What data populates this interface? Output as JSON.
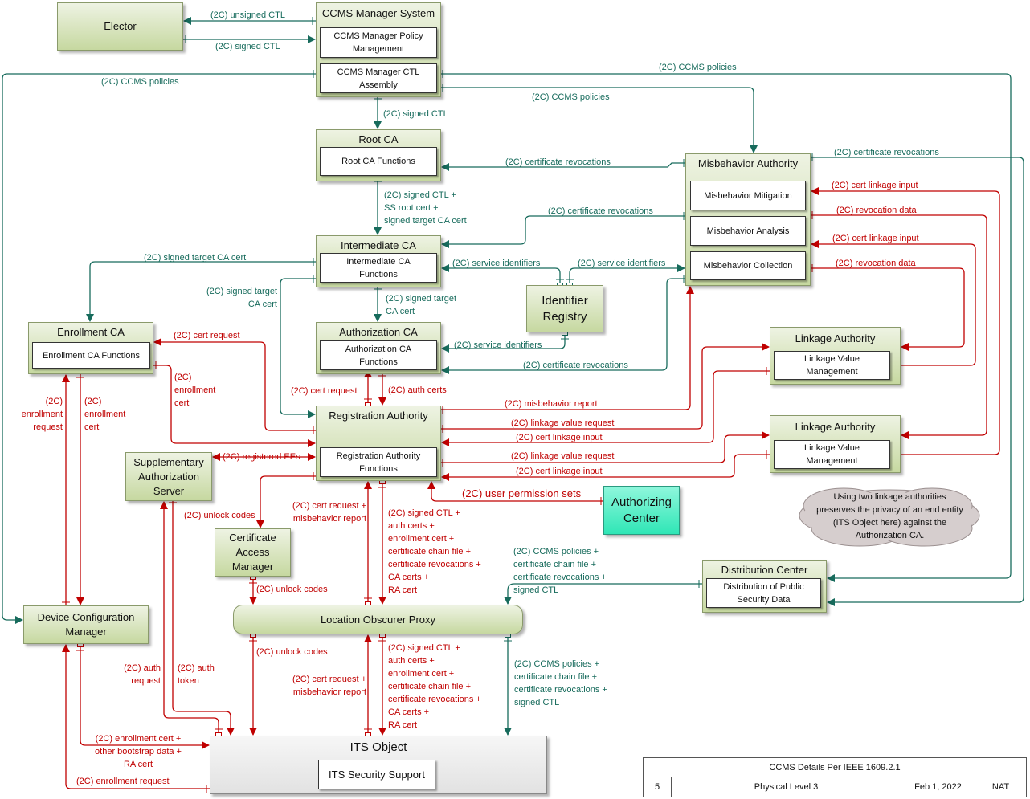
{
  "nodes": {
    "elector": "Elector",
    "ccms": {
      "title": "CCMS Manager System",
      "policy": "CCMS Manager Policy\nManagement",
      "ctl": "CCMS Manager CTL\nAssembly"
    },
    "root_ca": {
      "title": "Root CA",
      "fn": "Root CA Functions"
    },
    "int_ca": {
      "title": "Intermediate CA",
      "fn": "Intermediate CA\nFunctions"
    },
    "auth_ca": {
      "title": "Authorization CA",
      "fn": "Authorization CA\nFunctions"
    },
    "ra": {
      "title": "Registration Authority",
      "fn": "Registration Authority\nFunctions"
    },
    "enroll_ca": {
      "title": "Enrollment CA",
      "fn": "Enrollment CA Functions"
    },
    "ma": {
      "title": "Misbehavior Authority",
      "mitigation": "Misbehavior Mitigation",
      "analysis": "Misbehavior Analysis",
      "collection": "Misbehavior Collection"
    },
    "id_registry": "Identifier\nRegistry",
    "la1": {
      "title": "Linkage Authority",
      "fn": "Linkage Value\nManagement"
    },
    "la2": {
      "title": "Linkage Authority",
      "fn": "Linkage Value\nManagement"
    },
    "sas": "Supplementary\nAuthorization\nServer",
    "auth_center": "Authorizing\nCenter",
    "note": "Using two linkage authorities\npreserves the privacy of an end entity\n(ITS Object here) against the\nAuthorization CA.",
    "dist": {
      "title": "Distribution Center",
      "fn": "Distribution of Public\nSecurity Data"
    },
    "cam": "Certificate\nAccess\nManager",
    "lop": "Location Obscurer Proxy",
    "dcm": "Device Configuration\nManager",
    "its": {
      "title": "ITS Object",
      "fn": "ITS Security Support"
    }
  },
  "flows": [
    "(2C) unsigned CTL",
    "(2C) signed CTL",
    "(2C) CCMS policies",
    "(2C) CCMS policies",
    "(2C) CCMS policies",
    "(2C) signed CTL",
    "(2C) signed CTL +\nSS root cert +\nsigned target CA cert",
    "(2C) certificate revocations",
    "(2C) certificate revocations",
    "(2C) certificate revocations",
    "(2C) service identifiers",
    "(2C) service identifiers",
    "(2C) service identifiers",
    "(2C) certificate revocations",
    "(2C) signed target CA cert",
    "(2C) signed target\nCA cert",
    "(2C) signed target\nCA cert",
    "(2C) CCMS policies +\ncertificate chain file +\ncertificate revocations +\nsigned CTL",
    "(2C) CCMS policies +\ncertificate chain file +\ncertificate revocations +\nsigned CTL",
    "(2C)\nenrollment\nrequest",
    "(2C)\nenrollment\ncert",
    "(2C)\nenrollment\ncert",
    "(2C) cert request",
    "(2C) registered EEs",
    "(2C) unlock codes",
    "(2C) unlock codes",
    "(2C) unlock codes",
    "(2C) cert request +\nmisbehavior report",
    "(2C) signed CTL +\nauth certs +\nenrollment cert +\ncertificate chain file +\ncertificate revocations +\nCA certs +\nRA cert",
    "(2C) cert request +\nmisbehavior report",
    "(2C) signed CTL +\nauth certs +\nenrollment cert +\ncertificate chain file +\ncertificate revocations +\nCA certs +\nRA cert",
    "(2C) cert request",
    "(2C) auth certs",
    "(2C) misbehavior report",
    "(2C) linkage value request",
    "(2C) cert linkage input",
    "(2C) linkage value request",
    "(2C) cert linkage input",
    "(2C) cert linkage input",
    "(2C) revocation data",
    "(2C) cert linkage input",
    "(2C) revocation data",
    "(2C) user permission sets",
    "(2C) auth\nrequest",
    "(2C) auth\ntoken",
    "(2C) enrollment cert +\nother bootstrap data +\nRA cert",
    "(2C) enrollment request"
  ],
  "title_block": {
    "title": "CCMS Details Per IEEE 1609.2.1",
    "page": "5",
    "level": "Physical Level 3",
    "date": "Feb 1, 2022",
    "author": "NAT"
  },
  "colors": {
    "teal": "#176b5c",
    "red": "#c00000",
    "box": "#c6d8a0",
    "auth_center": "#3debc0"
  }
}
